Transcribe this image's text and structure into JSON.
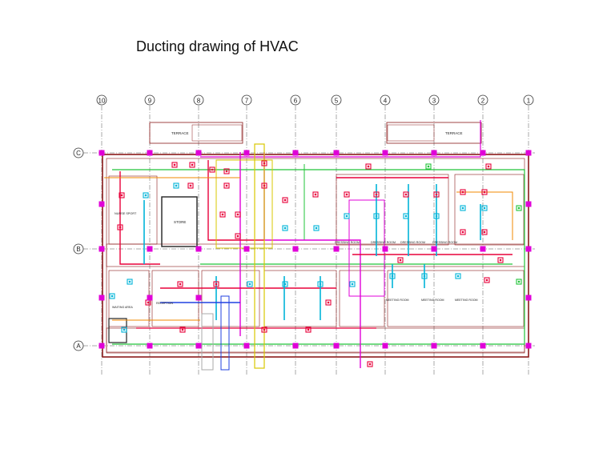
{
  "slide": {
    "title": "Ducting drawing of HVAC"
  },
  "grid": {
    "columns": [
      "10",
      "9",
      "8",
      "7",
      "6",
      "5",
      "4",
      "3",
      "2",
      "1"
    ],
    "rows": [
      "C",
      "B",
      "A"
    ]
  },
  "labels": {
    "terrace_left": "TERRACE",
    "terrace_right": "TERRACE",
    "store": "STORE",
    "nurse_sports": "NURSE SPORT",
    "dressing_rooms": [
      "DRESSING ROOM",
      "DRESSING ROOM",
      "DRESSING ROOM",
      "DRESSING ROOM"
    ],
    "waiting": "WAITING AREA",
    "reception": "RECEPTION",
    "meeting_rooms": [
      "MEETING ROOM",
      "MEETING ROOM",
      "MEETING ROOM"
    ]
  },
  "colors": {
    "wall": "#8b1a1a",
    "duct_red": "#e8003a",
    "duct_magenta": "#e000d8",
    "duct_green": "#22c43a",
    "duct_cyan": "#00b4d8",
    "duct_yellow": "#d8c800",
    "duct_orange": "#f08a00",
    "duct_blue": "#2040e0",
    "grid_line": "#555555"
  }
}
